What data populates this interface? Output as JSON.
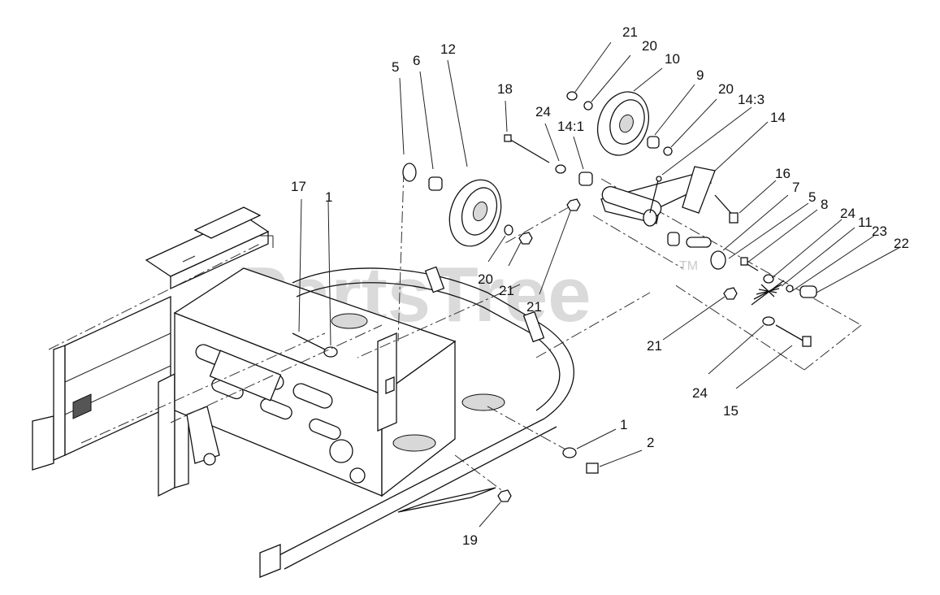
{
  "watermark": {
    "text": "PartsTree",
    "mark": "TM"
  },
  "callouts": [
    {
      "id": "c1",
      "text": "21"
    },
    {
      "id": "c2",
      "text": "20"
    },
    {
      "id": "c3",
      "text": "10"
    },
    {
      "id": "c4",
      "text": "9"
    },
    {
      "id": "c5",
      "text": "20"
    },
    {
      "id": "c6",
      "text": "14:3"
    },
    {
      "id": "c7",
      "text": "14"
    },
    {
      "id": "c8",
      "text": "5"
    },
    {
      "id": "c9",
      "text": "6"
    },
    {
      "id": "c10",
      "text": "12"
    },
    {
      "id": "c11",
      "text": "18"
    },
    {
      "id": "c12",
      "text": "24"
    },
    {
      "id": "c13",
      "text": "14:1"
    },
    {
      "id": "c14",
      "text": "16"
    },
    {
      "id": "c15",
      "text": "7"
    },
    {
      "id": "c16",
      "text": "5"
    },
    {
      "id": "c17",
      "text": "8"
    },
    {
      "id": "c18",
      "text": "24"
    },
    {
      "id": "c19",
      "text": "11"
    },
    {
      "id": "c20",
      "text": "23"
    },
    {
      "id": "c21",
      "text": "22"
    },
    {
      "id": "c22",
      "text": "17"
    },
    {
      "id": "c23",
      "text": "1"
    },
    {
      "id": "c24",
      "text": "20"
    },
    {
      "id": "c25",
      "text": "21"
    },
    {
      "id": "c26",
      "text": "21"
    },
    {
      "id": "c27",
      "text": "21"
    },
    {
      "id": "c28",
      "text": "24"
    },
    {
      "id": "c29",
      "text": "15"
    },
    {
      "id": "c30",
      "text": "1"
    },
    {
      "id": "c31",
      "text": "2"
    },
    {
      "id": "c32",
      "text": "19"
    }
  ]
}
